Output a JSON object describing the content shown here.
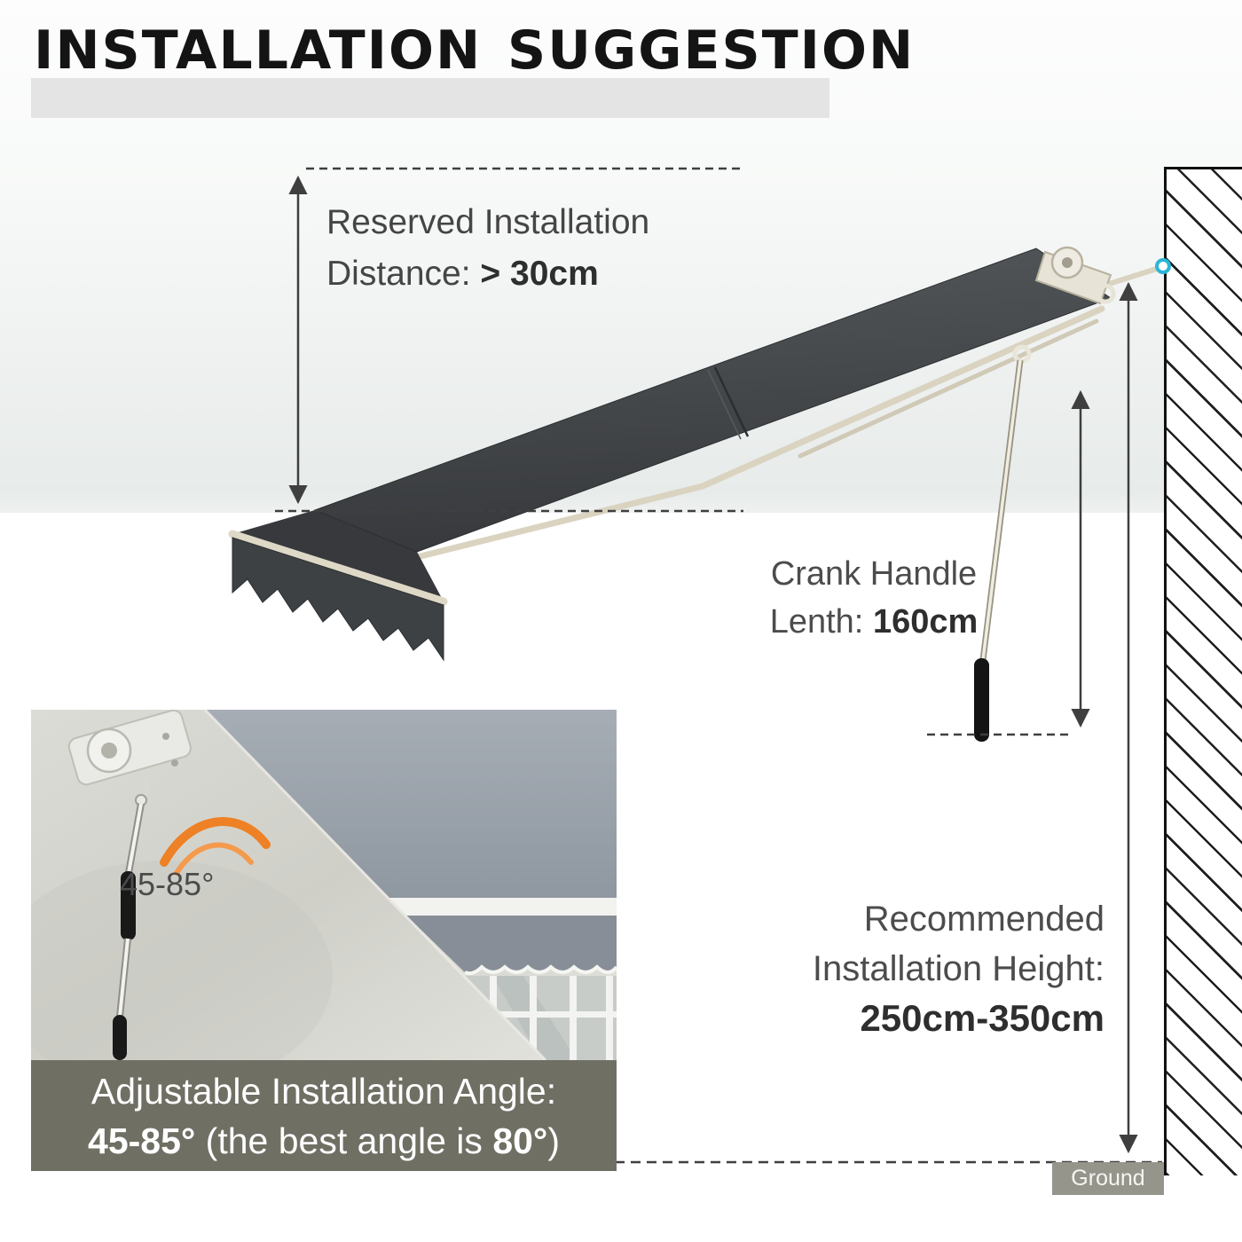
{
  "title": "INSTALLATION SUGGESTION",
  "annotations": {
    "reserved": {
      "line1": "Reserved Installation",
      "line2_label": "Distance: ",
      "line2_value": "> 30cm"
    },
    "crank": {
      "line1": "Crank Handle",
      "line2_label": "Lenth: ",
      "line2_value": "160cm"
    },
    "recommended": {
      "line1": "Recommended",
      "line2": "Installation Height:",
      "line3": "250cm-350cm"
    },
    "ground_label": "Ground"
  },
  "inset": {
    "angle_label": "45-85°",
    "caption": {
      "line1": "Adjustable Installation Angle:",
      "line2_bold1": "45-85°",
      "line2_mid": " (the best angle is ",
      "line2_bold2": "80°",
      "line2_end": ")"
    }
  },
  "colors": {
    "accent_dot": "#2cb5d6",
    "angle_arc_orange": "#ee8125",
    "awning_fabric": "#45484b",
    "frame_beige": "#d9d3c0",
    "caption_bar": "#6f6f64",
    "ground_box": "#95958c",
    "title_band": "#e4e4e4",
    "dimension_lines": "#3f3f3f"
  }
}
